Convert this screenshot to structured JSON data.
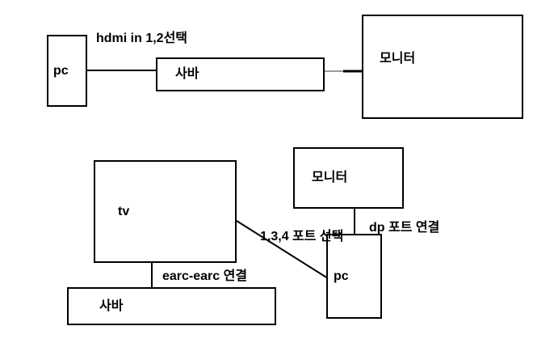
{
  "diagram": {
    "type": "connection-diagram",
    "colors": {
      "background": "#ffffff",
      "stroke": "#000000",
      "stroke_secondary": "#9a9a9a",
      "text": "#000000"
    },
    "nodes": {
      "pc_top": {
        "label": "pc"
      },
      "sava_top": {
        "label": "사바"
      },
      "monitor_top": {
        "label": "모니터"
      },
      "tv": {
        "label": "tv"
      },
      "monitor_bottom": {
        "label": "모니터"
      },
      "pc_bottom": {
        "label": "pc"
      },
      "sava_bottom": {
        "label": "사바"
      }
    },
    "connections": [
      {
        "from": "pc_top",
        "to": "sava_top",
        "label": "hdmi in 1,2선택"
      },
      {
        "from": "sava_top",
        "to": "monitor_top",
        "label": ""
      },
      {
        "from": "tv",
        "to": "sava_bottom",
        "label": "earc-earc 연결"
      },
      {
        "from": "monitor_bottom",
        "to": "pc_bottom",
        "label": "dp 포트 연결"
      },
      {
        "from": "tv",
        "to": "pc_bottom",
        "label": "1,3,4 포트 선택"
      }
    ]
  }
}
